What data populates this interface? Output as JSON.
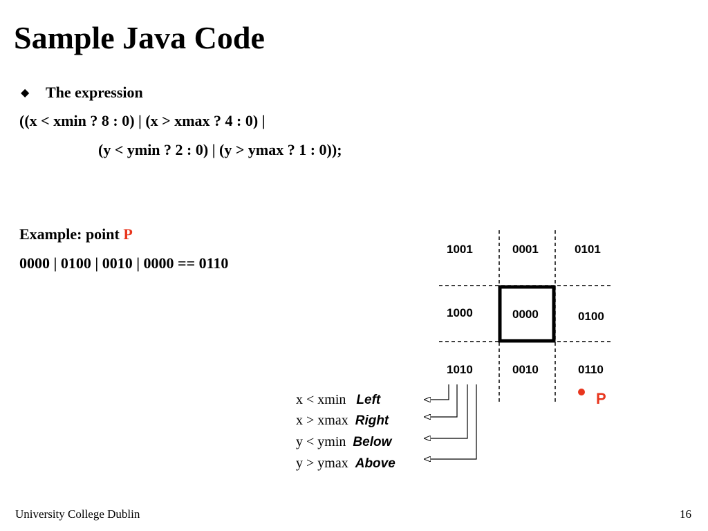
{
  "slide": {
    "title": "Sample Java Code",
    "bullet": "The expression",
    "expr_line1": "((x < xmin ? 8 : 0) | (x > xmax ? 4 : 0) |",
    "expr_line2": "(y < ymin ? 2 : 0) | (y > ymax ? 1 : 0));",
    "example_prefix": "Example: point ",
    "example_point": "P",
    "example_calc": "0000 | 0100 | 0010 | 0000 == 0110"
  },
  "diagram": {
    "codes": {
      "top_left": "1001",
      "top_center": "0001",
      "top_right": "0101",
      "mid_left": "1000",
      "mid_center": "0000",
      "mid_right": "0100",
      "bot_left": "1010",
      "bot_center": "0010",
      "bot_right": "0110"
    },
    "point_label": "P",
    "legend": [
      {
        "condition": "x < xmin",
        "label": "Left"
      },
      {
        "condition": "x > xmax",
        "label": "Right"
      },
      {
        "condition": "y < ymin",
        "label": "Below"
      },
      {
        "condition": "y > ymax",
        "label": "Above"
      }
    ]
  },
  "footer": {
    "institution": "University College Dublin",
    "page_number": "16"
  },
  "colors": {
    "accent": "#e8361e",
    "text": "#000000",
    "background": "#ffffff"
  }
}
